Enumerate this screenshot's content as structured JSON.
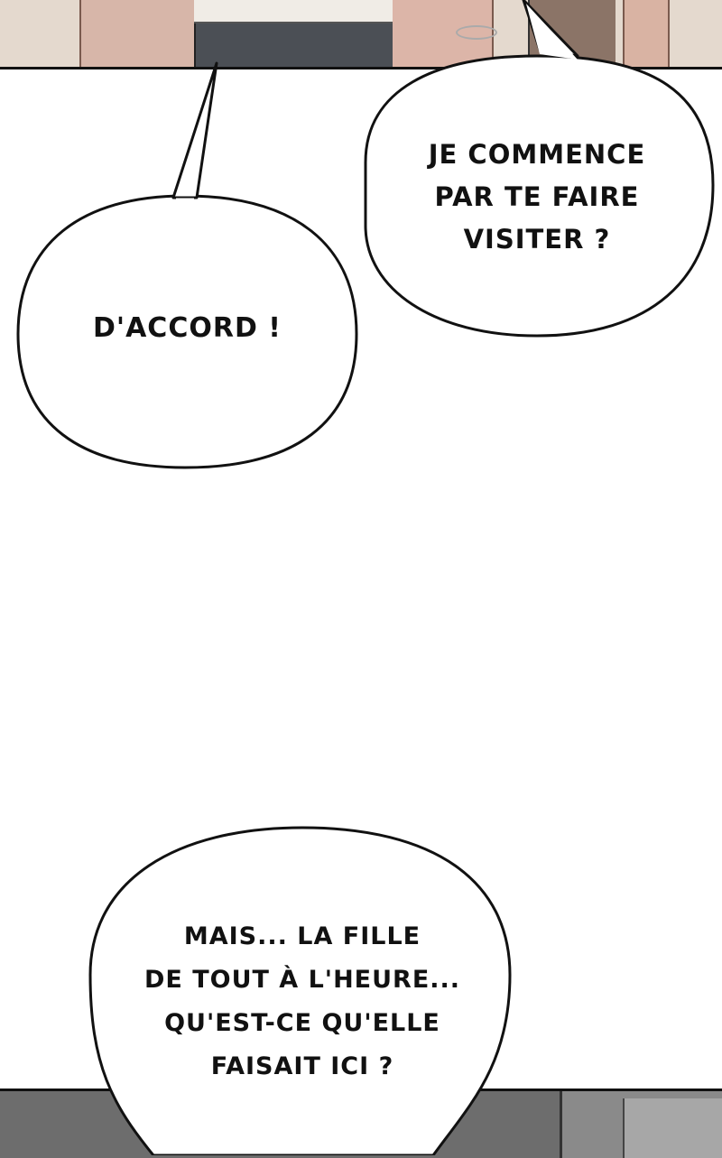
{
  "panels": {
    "top_scene": "",
    "bottom_scene": ""
  },
  "bubbles": [
    {
      "lines": [
        "JE COMMENCE",
        "PAR TE FAIRE",
        "VISITER ?"
      ]
    },
    {
      "lines": [
        "D'ACCORD !"
      ]
    },
    {
      "lines": [
        "MAIS... LA FILLE",
        "DE TOUT À L'HEURE...",
        "QU'EST-CE QU'ELLE",
        "FAISAIT ICI ?"
      ]
    }
  ]
}
